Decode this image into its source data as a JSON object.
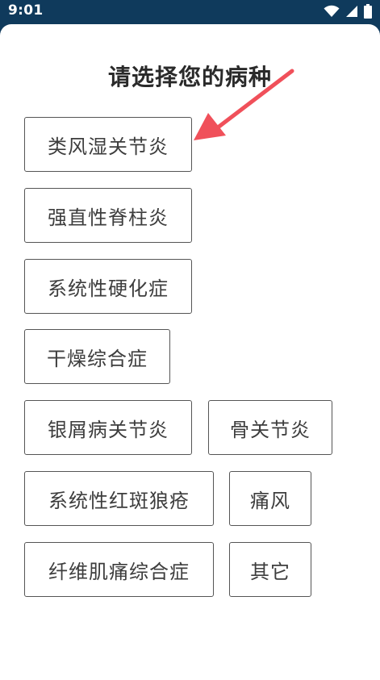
{
  "status": {
    "time": "9:01",
    "icons": [
      "wifi-icon",
      "cellular-signal-icon",
      "battery-icon"
    ]
  },
  "page": {
    "title": "请选择您的病种"
  },
  "options": [
    "类风湿关节炎",
    "强直性脊柱炎",
    "系统性硬化症",
    "干燥综合症",
    "银屑病关节炎",
    "骨关节炎",
    "系统性红斑狼疮",
    "痛风",
    "纤维肌痛综合症",
    "其它"
  ],
  "annotation": {
    "arrow_color": "#f0505a",
    "points_to": "类风湿关节炎"
  },
  "colors": {
    "status_bar": "#0f3a5c",
    "background": "#ffffff",
    "border": "#555555",
    "text": "#3d3d3d"
  }
}
